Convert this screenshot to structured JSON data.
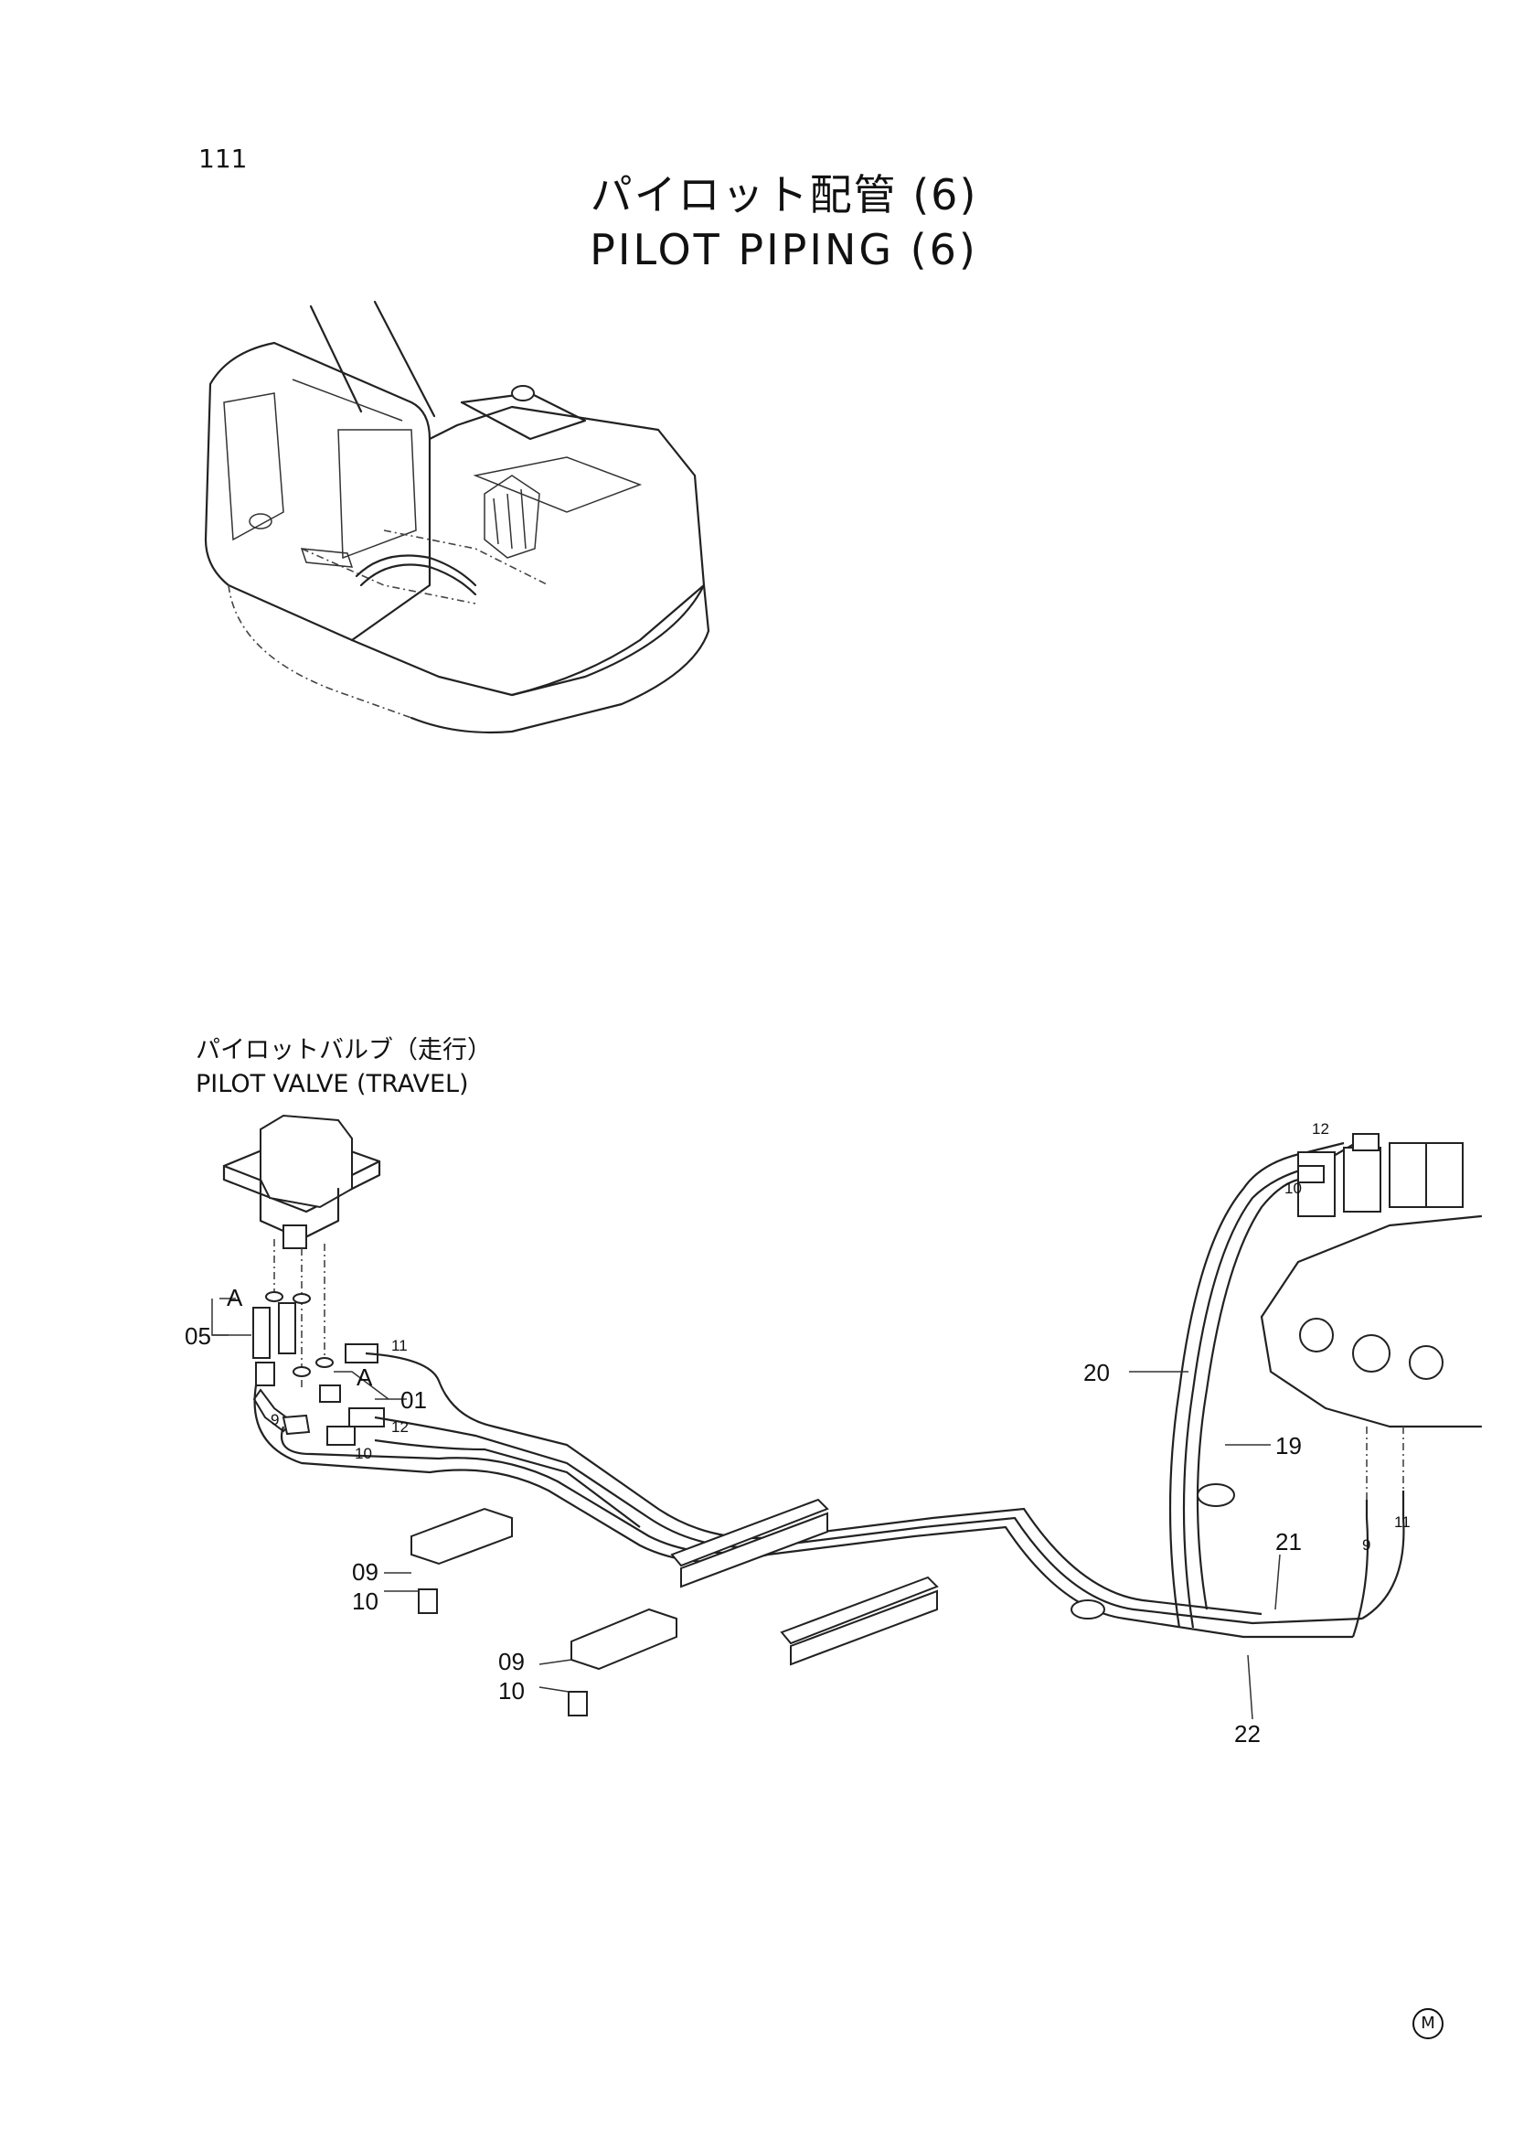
{
  "page_number": "111",
  "title_jp": "パイロット配管 (6)",
  "title_en": "PILOT PIPING (6)",
  "component_label_jp": "パイロットバルブ（走行）",
  "component_label_en": "PILOT VALVE  (TRAVEL)",
  "callouts": {
    "c01": "01",
    "c05": "05",
    "c09a": "09",
    "c09b": "09",
    "c10a": "10",
    "c10b": "10",
    "c19": "19",
    "c20": "20",
    "c21": "21",
    "c22": "22",
    "viewA1": "A",
    "viewA2": "A"
  },
  "hose_tags": {
    "t9a": "9",
    "t10a": "10",
    "t11a": "11",
    "t12a": "12",
    "t9b": "9",
    "t10b": "10",
    "t11b": "11",
    "t12b": "12"
  },
  "mark": "M"
}
